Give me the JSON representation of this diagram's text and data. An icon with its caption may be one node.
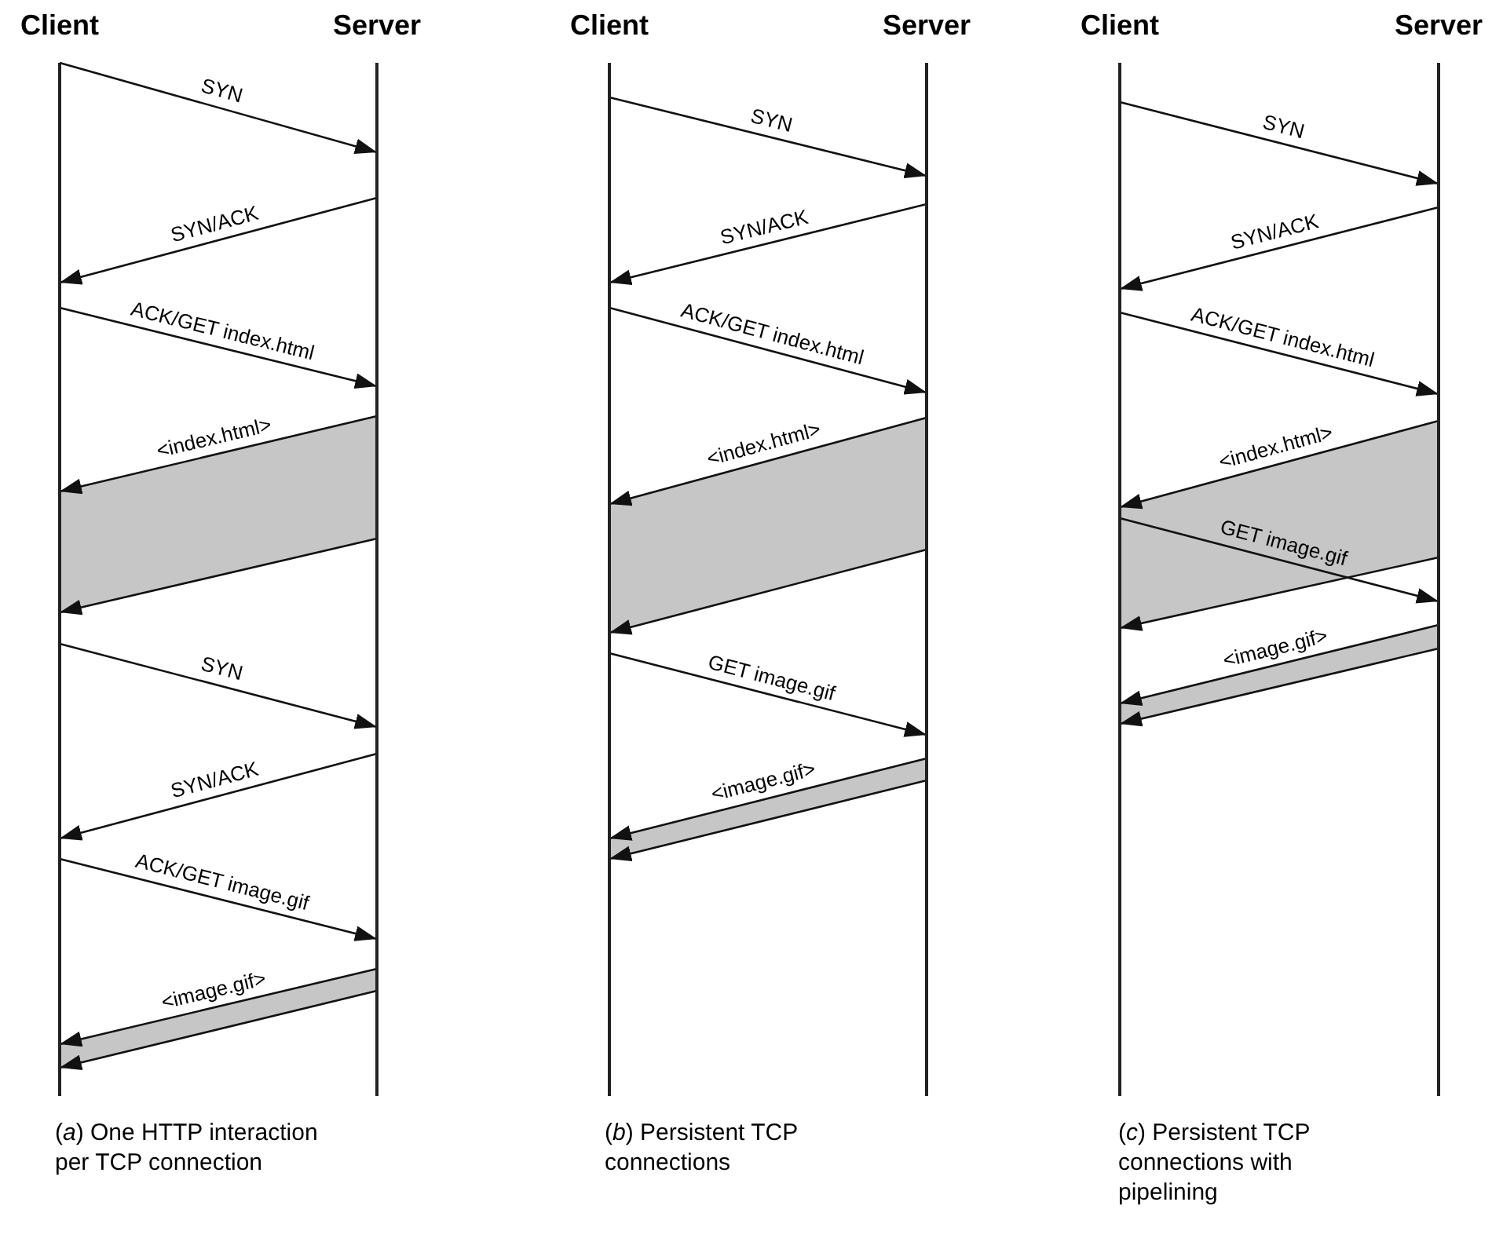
{
  "diagram": {
    "nodes": [
      {
        "text": [
          "Client"
        ]
      },
      {
        "text": [
          "Server"
        ]
      },
      {
        "text": [
          "Client"
        ]
      },
      {
        "text": [
          "Server"
        ]
      },
      {
        "text": [
          "Client"
        ]
      },
      {
        "text": [
          "Server"
        ]
      }
    ],
    "edges": [
      {
        "from": 0,
        "to": 1,
        "arrow": "to",
        "label": "SYN"
      },
      {
        "from": 1,
        "to": 0,
        "arrow": "to",
        "label": "SYN/ACK"
      },
      {
        "from": 0,
        "to": 1,
        "arrow": "to",
        "label": "ACK/GET index.html"
      },
      {
        "from": 1,
        "to": 0,
        "arrow": "to",
        "label": "<index.html>"
      },
      {
        "from": 0,
        "to": 1,
        "arrow": "to",
        "label": "SYN"
      },
      {
        "from": 1,
        "to": 0,
        "arrow": "to",
        "label": "SYN/ACK"
      },
      {
        "from": 0,
        "to": 1,
        "arrow": "to",
        "label": "ACK/GET image.gif"
      },
      {
        "from": 1,
        "to": 0,
        "arrow": "to",
        "label": "<image.gif>"
      },
      {
        "from": 2,
        "to": 3,
        "arrow": "to",
        "label": "SYN"
      },
      {
        "from": 3,
        "to": 2,
        "arrow": "to",
        "label": "SYN/ACK"
      },
      {
        "from": 2,
        "to": 3,
        "arrow": "to",
        "label": "ACK/GET index.html"
      },
      {
        "from": 3,
        "to": 2,
        "arrow": "to",
        "label": "<index.html>"
      },
      {
        "from": 2,
        "to": 3,
        "arrow": "to",
        "label": "GET image.gif"
      },
      {
        "from": 3,
        "to": 2,
        "arrow": "to",
        "label": "<image.gif>"
      },
      {
        "from": 4,
        "to": 5,
        "arrow": "to",
        "label": "SYN"
      },
      {
        "from": 5,
        "to": 4,
        "arrow": "to",
        "label": "SYN/ACK"
      },
      {
        "from": 4,
        "to": 5,
        "arrow": "to",
        "label": "ACK/GET index.html"
      },
      {
        "from": 5,
        "to": 4,
        "arrow": "to",
        "label": "<index.html>"
      },
      {
        "from": 4,
        "to": 5,
        "arrow": "to",
        "label": "GET image.gif"
      },
      {
        "from": 5,
        "to": 4,
        "arrow": "to",
        "label": "<image.gif>"
      }
    ],
    "labels": [
      "(*a*) One HTTP interaction per TCP connection",
      "(*b*) Persistent TCP connections",
      "(*c*) Persistent TCP connections with pipelining"
    ]
  }
}
